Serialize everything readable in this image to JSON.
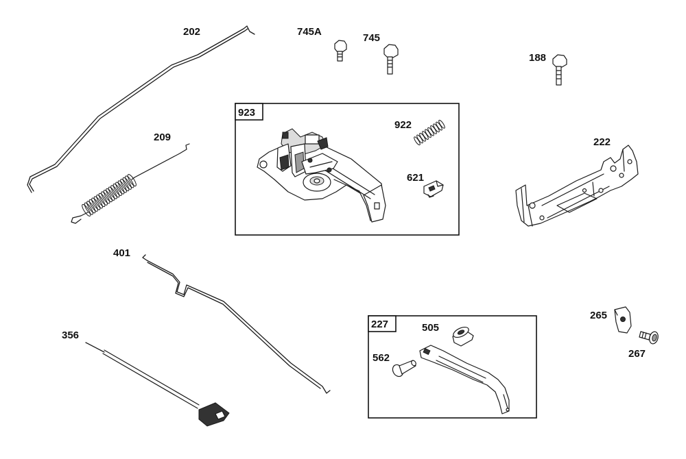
{
  "callouts": {
    "p202": "202",
    "p745a": "745A",
    "p745": "745",
    "p188": "188",
    "p209": "209",
    "p923": "923",
    "p922": "922",
    "p621": "621",
    "p222": "222",
    "p401": "401",
    "p356": "356",
    "p227": "227",
    "p505": "505",
    "p562": "562",
    "p265": "265",
    "p267": "267"
  }
}
